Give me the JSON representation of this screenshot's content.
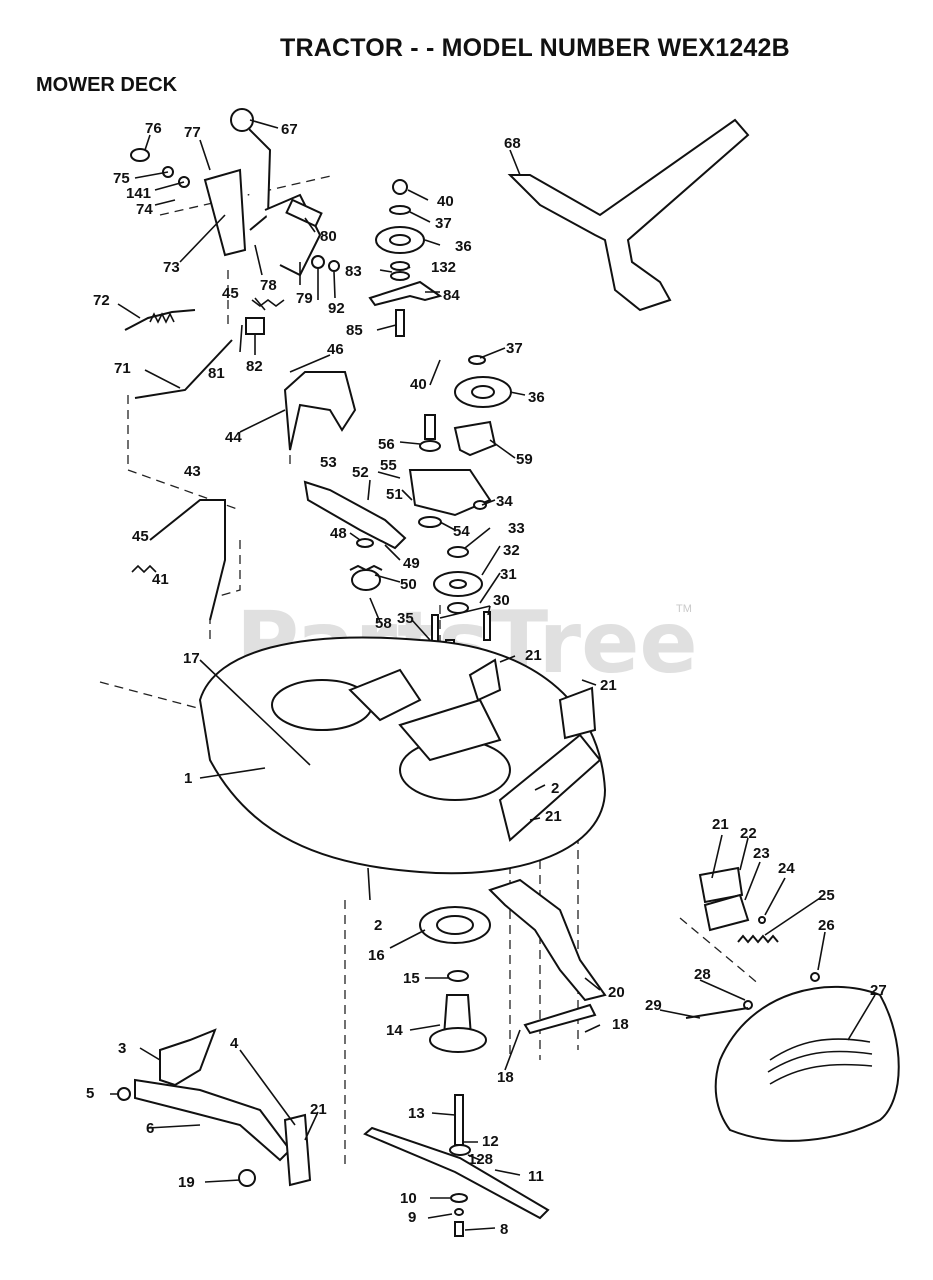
{
  "header": {
    "title": "TRACTOR - - MODEL NUMBER WEX1242B",
    "subtitle": "MOWER DECK"
  },
  "watermark": {
    "text": "PartsTree",
    "tm": "TM"
  },
  "callouts": {
    "p1": "1",
    "p2a": "2",
    "p2b": "2",
    "p3": "3",
    "p4": "4",
    "p5": "5",
    "p6": "6",
    "p8": "8",
    "p9": "9",
    "p10": "10",
    "p11": "11",
    "p12": "12",
    "p128": "128",
    "p13": "13",
    "p14": "14",
    "p15": "15",
    "p16": "16",
    "p17": "17",
    "p18a": "18",
    "p18b": "18",
    "p19": "19",
    "p20": "20",
    "p21a": "21",
    "p21b": "21",
    "p21c": "21",
    "p21d": "21",
    "p21e": "21",
    "p22": "22",
    "p23": "23",
    "p24": "24",
    "p25": "25",
    "p26": "26",
    "p27": "27",
    "p28": "28",
    "p29": "29",
    "p30": "30",
    "p31": "31",
    "p32": "32",
    "p33": "33",
    "p34": "34",
    "p35": "35",
    "p36a": "36",
    "p36b": "36",
    "p37a": "37",
    "p37b": "37",
    "p40a": "40",
    "p40b": "40",
    "p41": "41",
    "p43": "43",
    "p44": "44",
    "p45a": "45",
    "p45b": "45",
    "p46": "46",
    "p48": "48",
    "p49": "49",
    "p50": "50",
    "p51": "51",
    "p52": "52",
    "p53": "53",
    "p54": "54",
    "p55": "55",
    "p56": "56",
    "p58": "58",
    "p59": "59",
    "p67": "67",
    "p68": "68",
    "p71": "71",
    "p72": "72",
    "p73": "73",
    "p74": "74",
    "p75": "75",
    "p76": "76",
    "p77": "77",
    "p78": "78",
    "p79": "79",
    "p80": "80",
    "p81": "81",
    "p82": "82",
    "p83": "83",
    "p84": "84",
    "p85": "85",
    "p92": "92",
    "p132": "132",
    "p141": "141"
  }
}
